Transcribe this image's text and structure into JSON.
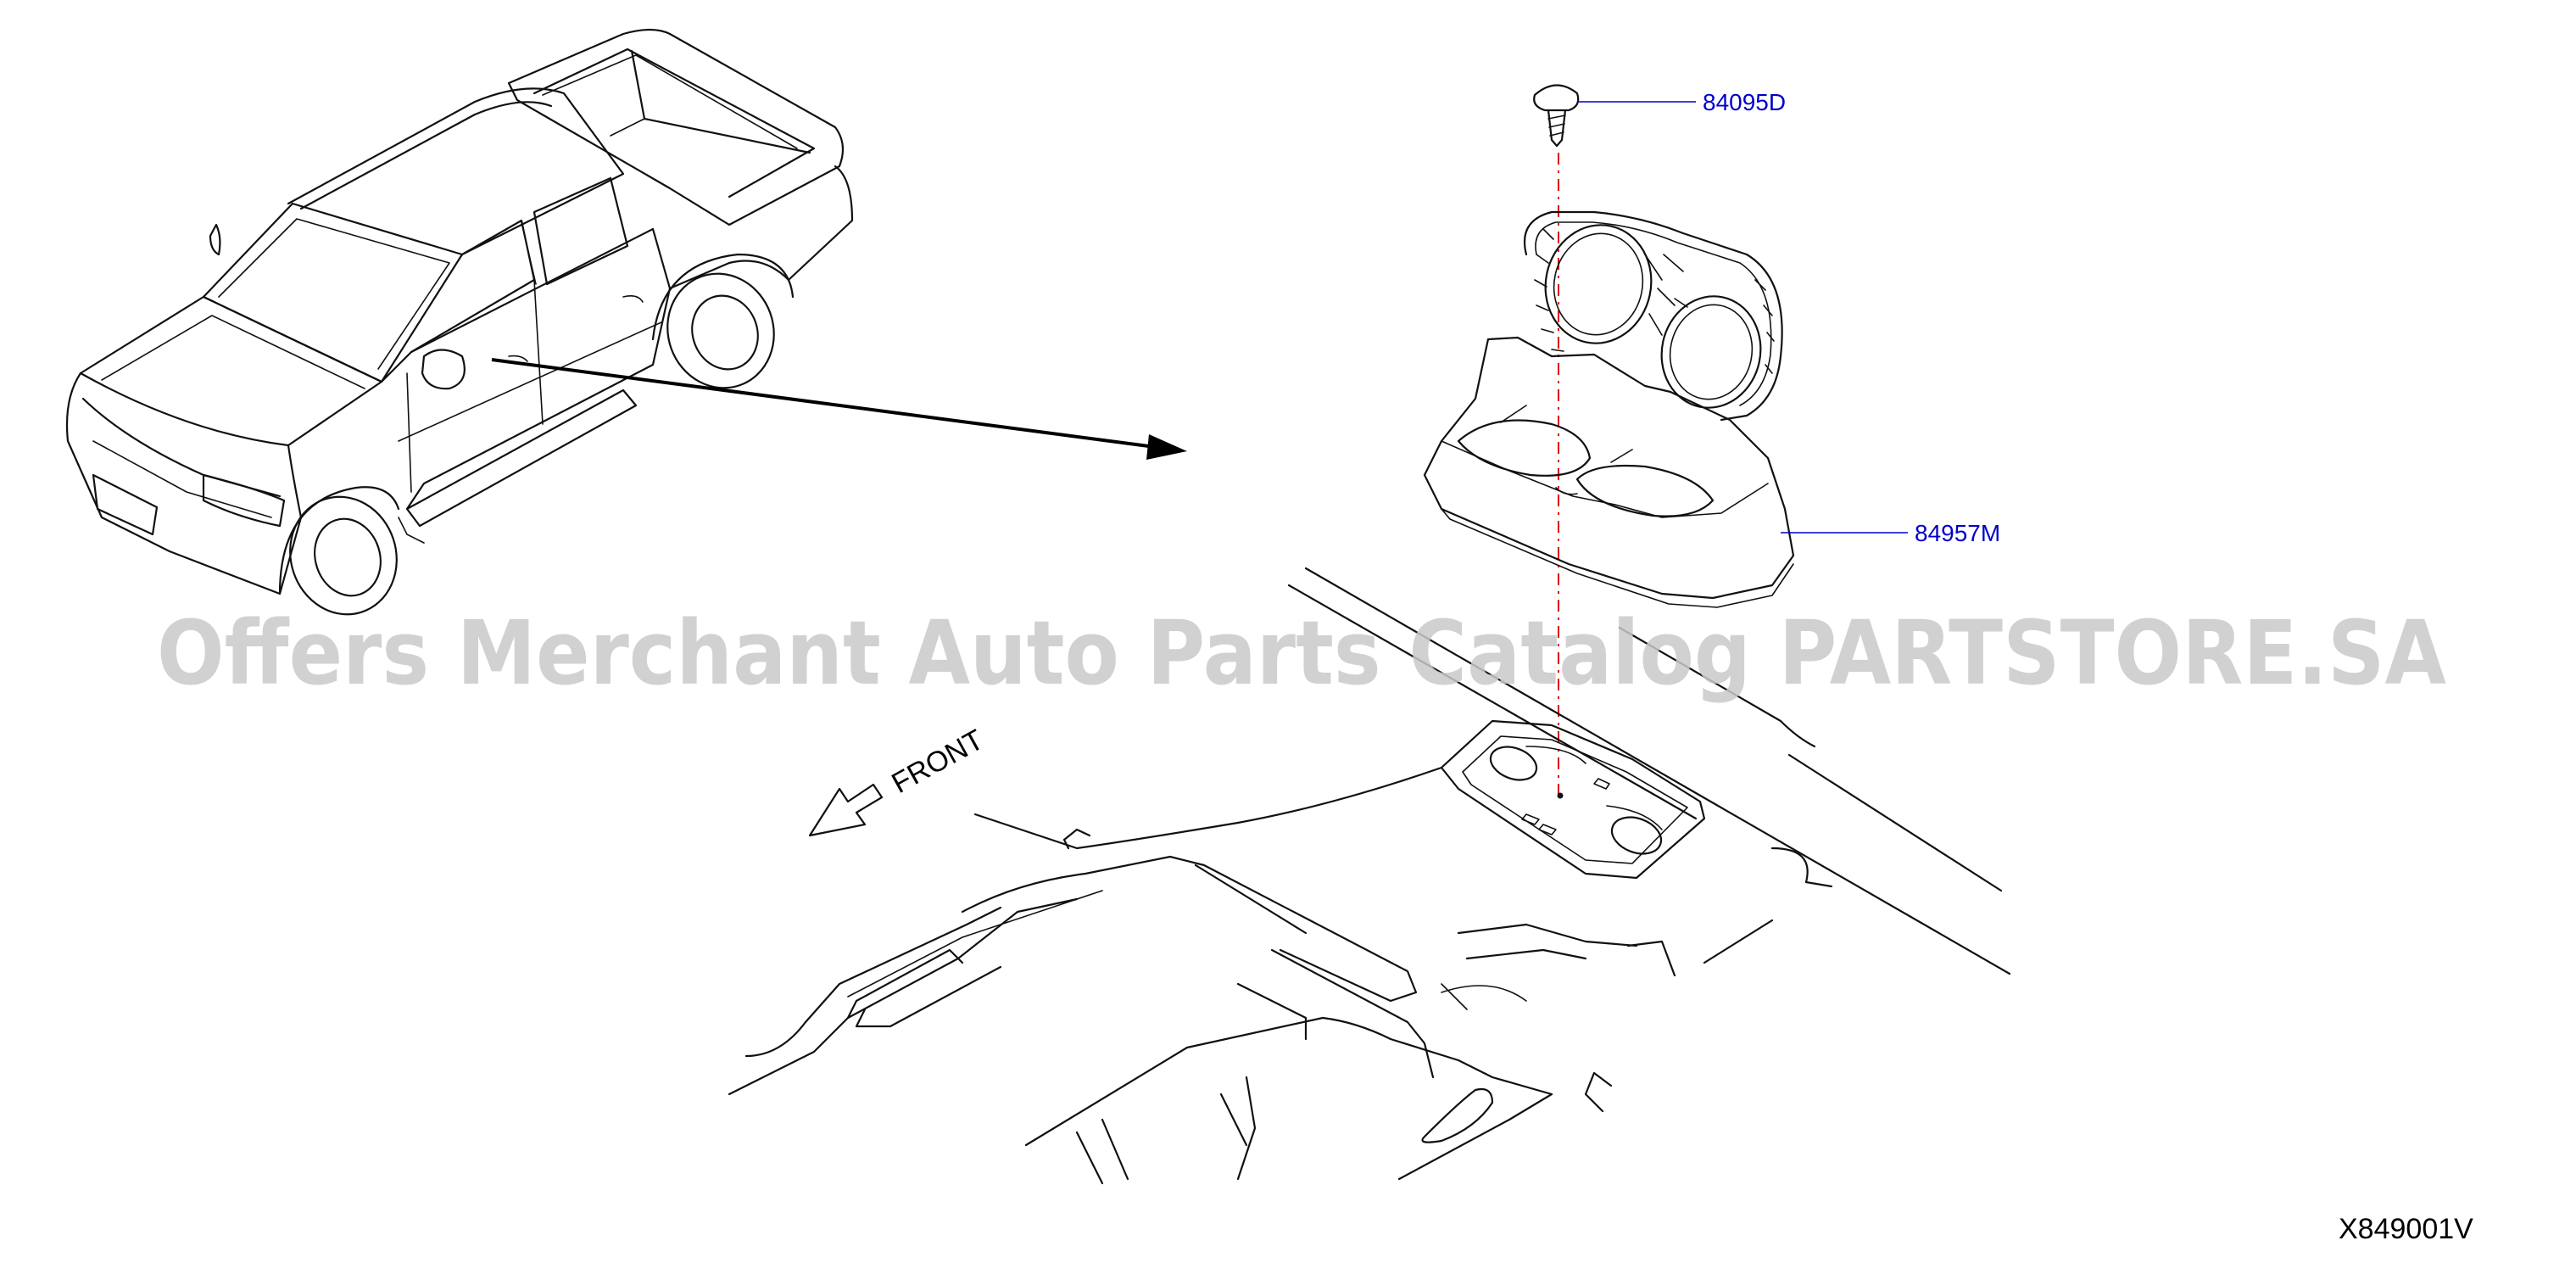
{
  "diagram": {
    "watermark": "Offers Merchant Auto Parts Catalog PARTSTORE.SA",
    "front_label": "FRONT",
    "reference_code": "X849001V",
    "parts": [
      {
        "part_number": "84095D",
        "part": "clip-screw"
      },
      {
        "part_number": "84957M",
        "part": "cup-holder-finisher"
      }
    ],
    "colors": {
      "part_label": "#0000cc",
      "centerline": "#e00000",
      "linework": "#111111",
      "watermark": "#c9c9c9"
    }
  }
}
